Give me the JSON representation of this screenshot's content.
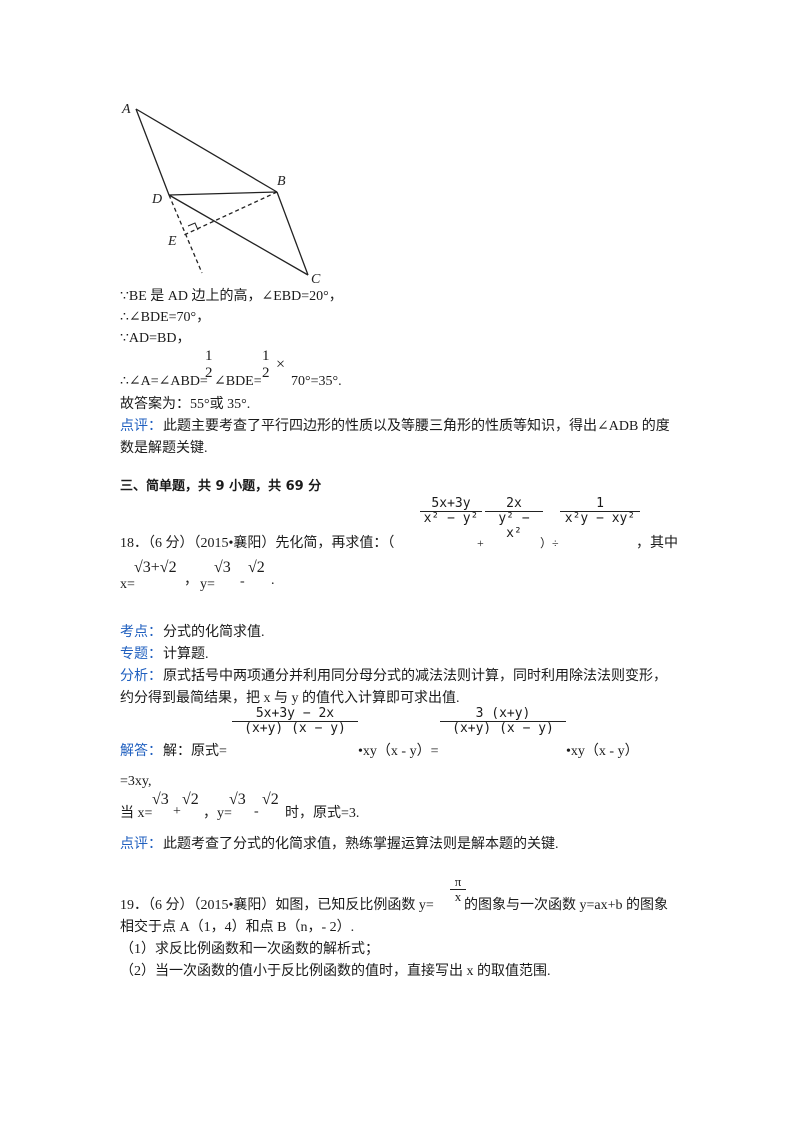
{
  "diagram": {
    "labels": {
      "A": "A",
      "B": "B",
      "C": "C",
      "D": "D",
      "E": "E"
    }
  },
  "prev": {
    "line1": "∵BE 是 AD 边上的高，∠EBD=20°，",
    "line2": "∴∠BDE=70°，",
    "line3": "∵AD=BD，",
    "line4_prefix": "∴∠A=∠ABD=",
    "line4_mid": "∠BDE=",
    "times": "×",
    "line4_suffix": "70°=35°.",
    "frac_num": "1",
    "frac_den": "2",
    "answer": "故答案为：55°或 35°.",
    "review_label": "点评：",
    "review_text1": "此题主要考查了平行四边形的性质以及等腰三角形的性质等知识，得出∠ADB 的度",
    "review_text2": "数是解题关键."
  },
  "section": {
    "title": "三、简单题，共 9 小题，共 69 分"
  },
  "q18": {
    "prefix": "18．（6 分）（2015•襄阳）先化简，再求值：（",
    "f1_num": "5x+3y",
    "f1_den": "x² − y²",
    "plus": "+",
    "f2_num": "2x",
    "f2_den": "y² − x²",
    "close_div": "）÷",
    "f3_num": "1",
    "f3_den": "x²y − xy²",
    "suffix": "，其中",
    "x_prefix": "x=",
    "x_val": "√3+√2",
    "comma": "，",
    "y_prefix": "y=",
    "y_val1": "√3",
    "minus": "-",
    "y_val2": "√2",
    "period": ".",
    "kaodian_label": "考点：",
    "kaodian": "分式的化简求值.",
    "zhuanti_label": "专题：",
    "zhuanti": "计算题.",
    "fenxi_label": "分析：",
    "fenxi1": "原式括号中两项通分并利用同分母分式的减法法则计算，同时利用除法法则变形，",
    "fenxi2": "约分得到最简结果，把 x 与 y 的值代入计算即可求出值.",
    "jieda_label": "解答：",
    "jieda_prefix": "解：原式=",
    "s1_num": "5x+3y − 2x",
    "s1_den": "(x+y) (x − y)",
    "s1_tail": "•xy（x - y）=",
    "s2_num": "3 (x+y)",
    "s2_den": "(x+y) (x − y)",
    "s2_tail": "•xy（x - y）",
    "result": "=3xy,",
    "when_prefix": "当 x=",
    "when_x1": "√3",
    "when_plus": "+",
    "when_x2": "√2",
    "when_y_prefix": "，y=",
    "when_y1": "√3",
    "when_minus": "-",
    "when_y2": "√2",
    "when_suffix": "时，原式=3.",
    "dianping_label": "点评：",
    "dianping": "此题考查了分式的化简求值，熟练掌握运算法则是解本题的关键."
  },
  "q19": {
    "line1_prefix": "19．（6 分）（2015•襄阳）如图，已知反比例函数 y=",
    "frac_num": "π",
    "frac_den": "x",
    "line1_suffix": "的图象与一次函数 y=ax+b 的图象",
    "line2": "相交于点 A（1，4）和点 B（n，- 2）.",
    "item1": "（1）求反比例函数和一次函数的解析式；",
    "item2": "（2）当一次函数的值小于反比例函数的值时，直接写出 x 的取值范围."
  }
}
